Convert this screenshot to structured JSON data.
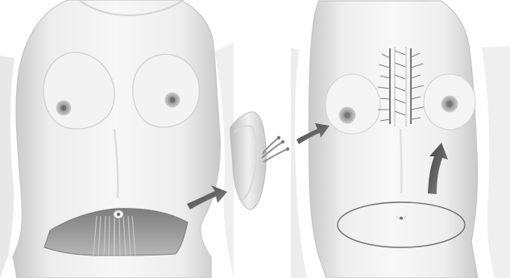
{
  "figure": {
    "panels": [
      {
        "name": "before-panel"
      },
      {
        "name": "after-panel"
      }
    ],
    "arrows": [
      {
        "name": "transfer-arrow-1"
      },
      {
        "name": "transfer-arrow-2"
      },
      {
        "name": "upward-arrow"
      }
    ],
    "colors": {
      "background": "#ffffff",
      "skin_light": "#f2f2f2",
      "skin_mid": "#dedede",
      "skin_dark": "#bdbdbd",
      "outline": "#b6b6b6",
      "nipple": "#8f8f8f",
      "areola": "#b8b8b8",
      "arrow": "#555555",
      "tissue": "#d8d8d8",
      "suture": "#6d6d6d"
    }
  }
}
